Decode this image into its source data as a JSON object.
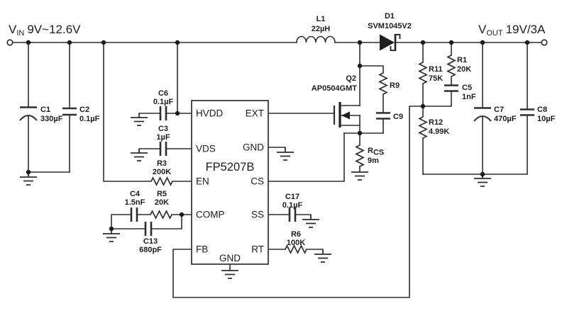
{
  "terminals": {
    "vin": {
      "name": "V",
      "sub": "IN",
      "value": "9V~12.6V"
    },
    "vout": {
      "name": "V",
      "sub": "OUT",
      "value": "19V/3A"
    }
  },
  "ic": {
    "part": "FP5207B",
    "pins": {
      "left": [
        "HVDD",
        "VDS",
        "EN",
        "COMP",
        "FB"
      ],
      "right": [
        "EXT",
        "GND",
        "CS",
        "SS",
        "RT"
      ],
      "bottom": "GND"
    }
  },
  "components": {
    "L1": {
      "ref": "L1",
      "value": "22µH"
    },
    "D1": {
      "ref": "D1",
      "value": "SVM1045V2"
    },
    "Q2": {
      "ref": "Q2",
      "value": "AP0504GMT"
    },
    "C1": {
      "ref": "C1",
      "value": "330µF"
    },
    "C2": {
      "ref": "C2",
      "value": "0.1µF"
    },
    "C6": {
      "ref": "C6",
      "value": "0.1µF"
    },
    "C3": {
      "ref": "C3",
      "value": "1µF"
    },
    "R3": {
      "ref": "R3",
      "value": "200K"
    },
    "C4": {
      "ref": "C4",
      "value": "1.5nF"
    },
    "R5": {
      "ref": "R5",
      "value": "20K"
    },
    "C13": {
      "ref": "C13",
      "value": "680pF"
    },
    "C17": {
      "ref": "C17",
      "value": "0.1µF"
    },
    "R6": {
      "ref": "R6",
      "value": "100K"
    },
    "R9": {
      "ref": "R9"
    },
    "C9": {
      "ref": "C9"
    },
    "RCS": {
      "ref_main": "R",
      "ref_sub": "CS",
      "value": "9m"
    },
    "R11": {
      "ref": "R11",
      "value": "75K"
    },
    "R1": {
      "ref": "R1",
      "value": "20K"
    },
    "C5": {
      "ref": "C5",
      "value": "1nF"
    },
    "R12": {
      "ref": "R12",
      "value": "4.99K"
    },
    "C7": {
      "ref": "C7",
      "value": "470µF"
    },
    "C8": {
      "ref": "C8",
      "value": "10µF"
    }
  },
  "colors": {
    "line": "#2e2e2e",
    "text": "#1c1c1c",
    "background": "#ffffff"
  }
}
